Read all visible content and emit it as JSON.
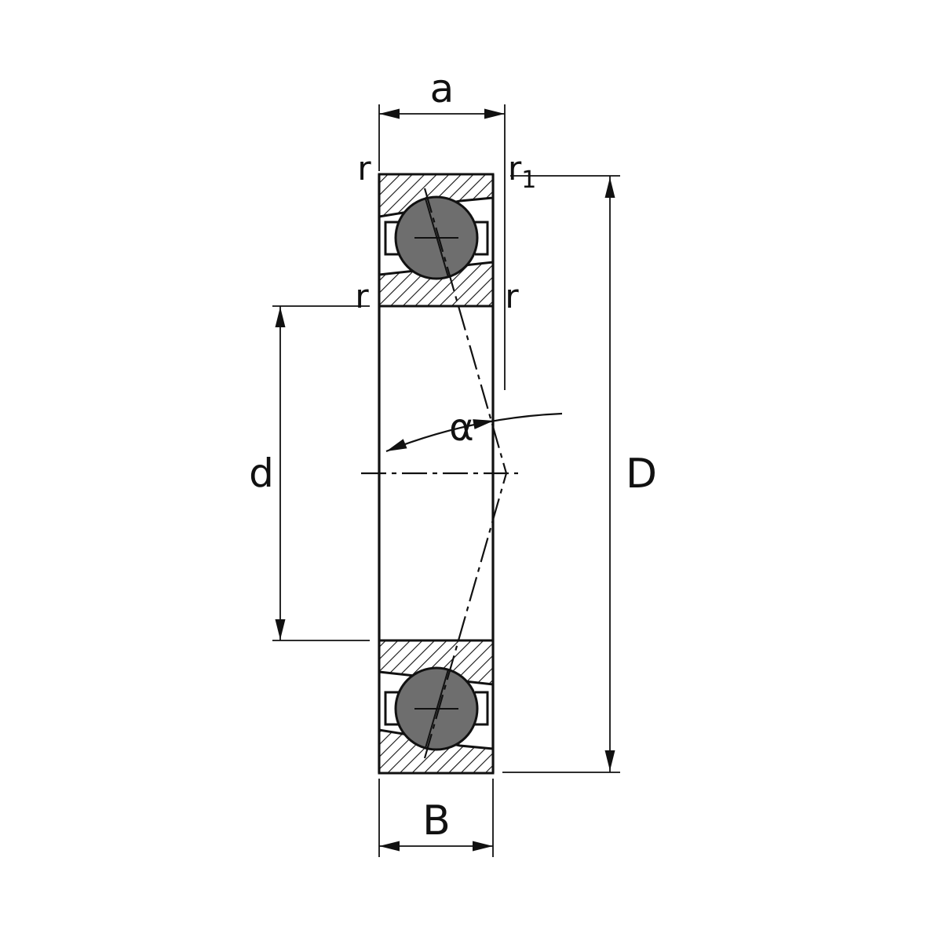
{
  "diagram": {
    "type": "angular-contact-bearing-cross-section",
    "labels": {
      "width_a": "a",
      "radius_r_top_left": "r",
      "radius_r1": "r",
      "radius_r1_sub": "1",
      "radius_r_mid_left": "r",
      "radius_r_mid_right": "r",
      "bore_d": "d",
      "outer_D": "D",
      "width_B": "B",
      "contact_angle": "α"
    },
    "colors": {
      "line": "#111111",
      "ball_fill": "#6e6e6e",
      "background": "#ffffff"
    }
  }
}
